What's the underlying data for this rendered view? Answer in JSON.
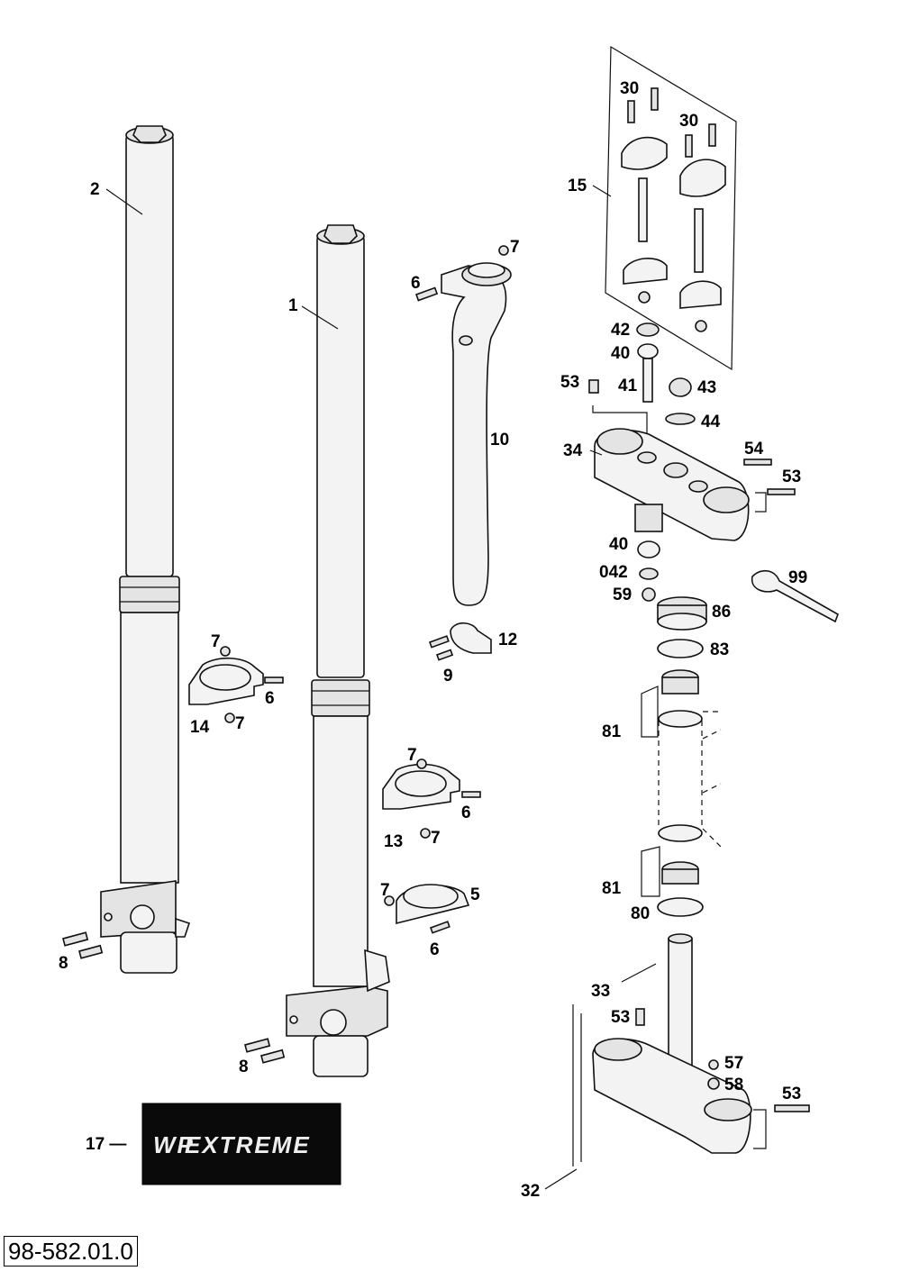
{
  "diagram_ref": "98-582.01.0",
  "decal_text": "EXTREME",
  "decal_brand": "WP",
  "labels": {
    "l2": "2",
    "l1": "1",
    "l7a": "7",
    "l6a": "6",
    "l10": "10",
    "l30a": "30",
    "l30b": "30",
    "l15": "15",
    "l42a": "42",
    "l40a": "40",
    "l53a": "53",
    "l41": "41",
    "l43": "43",
    "l44": "44",
    "l34": "34",
    "l54": "54",
    "l53b": "53",
    "l40b": "40",
    "l042": "042",
    "l59": "59",
    "l99": "99",
    "l86": "86",
    "l83": "83",
    "l81a": "81",
    "l81b": "81",
    "l80": "80",
    "l12": "12",
    "l9": "9",
    "l7b": "7",
    "l6b": "6",
    "l14": "14",
    "l7c": "7",
    "l7d": "7",
    "l6c": "6",
    "l13": "13",
    "l7e": "7",
    "l7f": "7",
    "l5": "5",
    "l6d": "6",
    "l8a": "8",
    "l8b": "8",
    "l33": "33",
    "l53c": "53",
    "l57": "57",
    "l58": "58",
    "l53d": "53",
    "l32": "32",
    "l17": "17 —"
  }
}
